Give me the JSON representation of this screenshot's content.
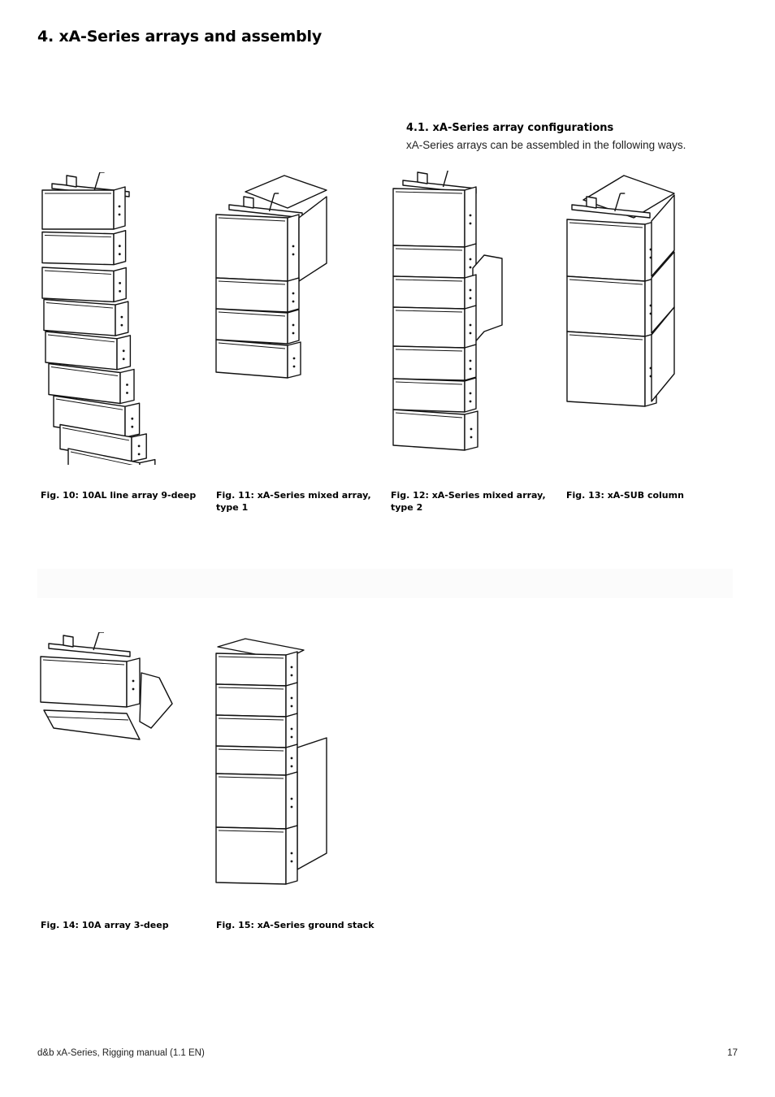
{
  "page": {
    "title": "4. xA-Series arrays and assembly",
    "section": {
      "heading": "4.1. xA-Series array configurations",
      "intro": "xA-Series arrays can be assembled in the following ways."
    },
    "figures": [
      {
        "id": "fig10",
        "caption": "Fig. 10: 10AL line array 9-deep",
        "icon": "line-array-illustration"
      },
      {
        "id": "fig11",
        "caption": "Fig. 11: xA-Series mixed array, type 1",
        "icon": "mixed-array-illustration"
      },
      {
        "id": "fig12",
        "caption": "Fig. 12: xA-Series mixed array, type 2",
        "icon": "mixed-array-illustration"
      },
      {
        "id": "fig13",
        "caption": "Fig. 13: xA-SUB column",
        "icon": "sub-column-illustration"
      },
      {
        "id": "fig14",
        "caption": "Fig. 14: 10A array 3-deep",
        "icon": "short-array-illustration"
      },
      {
        "id": "fig15",
        "caption": "Fig. 15: xA-Series ground stack",
        "icon": "ground-stack-illustration"
      }
    ],
    "footer": {
      "document": "d&b xA-Series, Rigging manual (1.1 EN)",
      "page_number": "17"
    }
  }
}
